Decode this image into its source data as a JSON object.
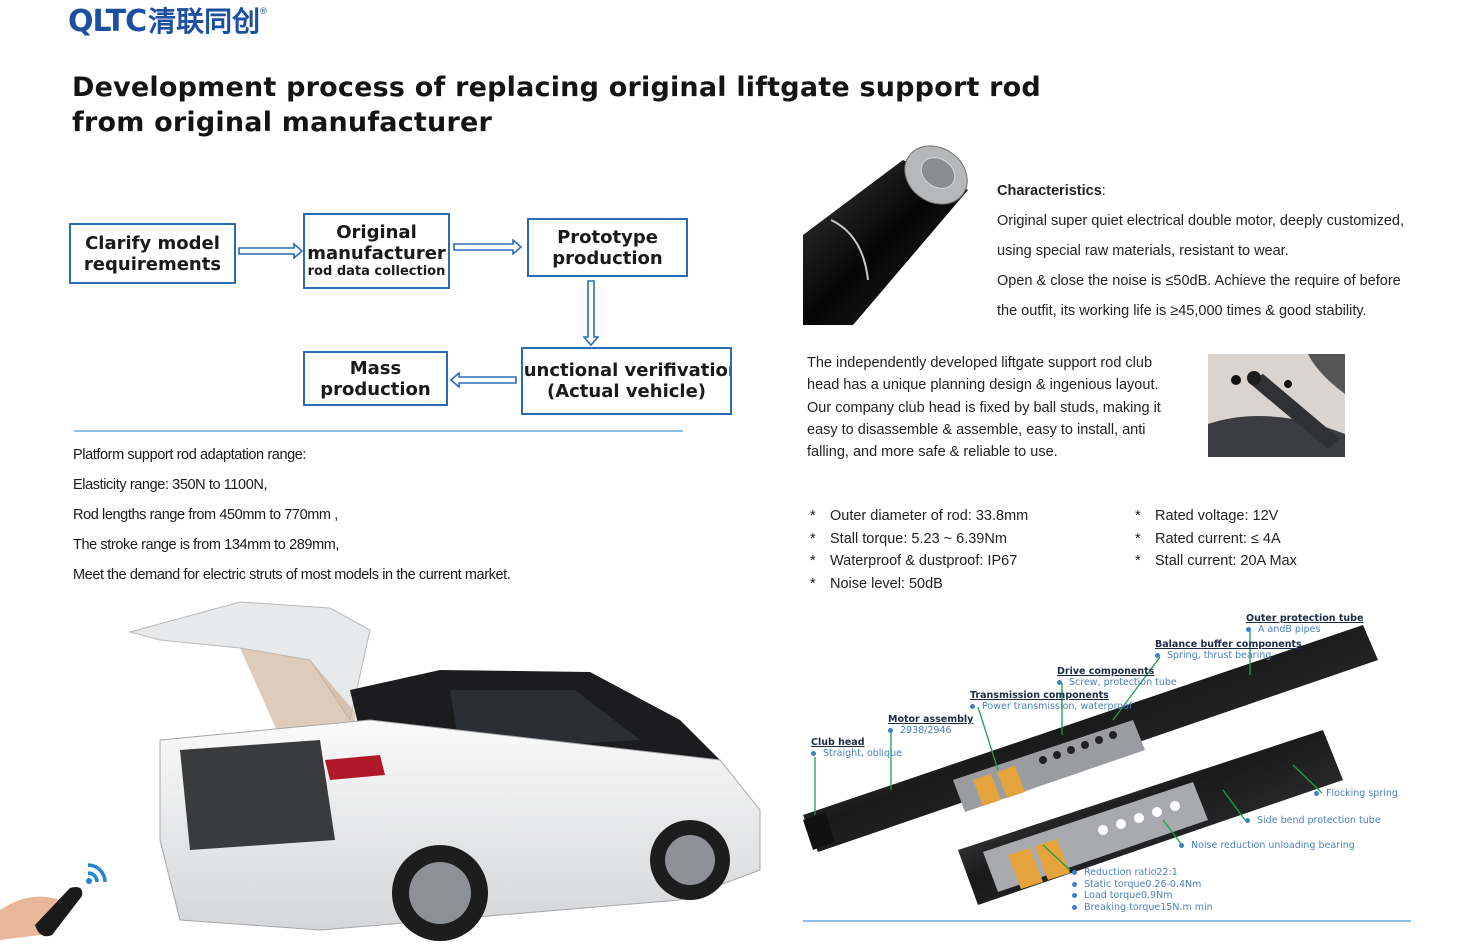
{
  "brand": {
    "latin": "QLTC",
    "chinese": "清联同创",
    "registered": "®",
    "color": "#1b4fa0"
  },
  "title": {
    "line1": "Development process of replacing original liftgate support rod",
    "line2": "from original manufacturer"
  },
  "flow": {
    "steps": [
      {
        "title_lines": [
          "Clarify model",
          "requirements"
        ],
        "sub": ""
      },
      {
        "title_lines": [
          "Original",
          "manufacturer"
        ],
        "sub": "rod data collection"
      },
      {
        "title_lines": [
          "Prototype",
          "production"
        ],
        "sub": ""
      },
      {
        "title_lines": [
          "Functional verifivation",
          "(Actual vehicle)"
        ],
        "sub": ""
      },
      {
        "title_lines": [
          "Mass",
          "production"
        ],
        "sub": ""
      }
    ],
    "border_color": "#2a6bb5"
  },
  "platform": {
    "lines": [
      "Platform  support rod adaptation range:",
      "Elasticity range: 350N to 1100N,",
      "Rod lengths range from 450mm to 770mm ,",
      "The stroke range is from 134mm to 289mm,",
      "Meet the demand for electric struts of most models in the current market."
    ]
  },
  "characteristics": {
    "heading": "Characteristics",
    "lines": [
      "Original super quiet electrical double motor, deeply customized,",
      "using special raw materials, resistant to wear.",
      "Open & close the noise is ≤50dB. Achieve the require of before",
      "the outfit, its working life is ≥45,000 times & good stability."
    ]
  },
  "club_head": {
    "text": "The independently developed liftgate support rod club head has a unique planning design & ingenious layout. Our company club head is fixed by ball studs, making it easy to disassemble & assemble, easy to install, anti falling, and more safe & reliable to use."
  },
  "specs": {
    "bullet": "*",
    "left": [
      "Outer diameter of rod: 33.8mm",
      "Stall torque: 5.23 ~ 6.39Nm",
      "Waterproof & dustproof: IP67",
      "Noise level: 50dB"
    ],
    "right": [
      "Rated voltage: 12V",
      "Rated current: ≤ 4A",
      "Stall current: 20A Max"
    ]
  },
  "diagram": {
    "callouts": [
      {
        "heading": "Outer protection tube",
        "detail": "A andB pipes"
      },
      {
        "heading": "Balance buffer components",
        "detail": "Spring, thrust bearing"
      },
      {
        "heading": "Drive components",
        "detail": "Screw, protection tube"
      },
      {
        "heading": "Transmission components",
        "detail": "Power transmission, waterproof"
      },
      {
        "heading": "Motor assembly",
        "detail": "2938/2946"
      },
      {
        "heading": "Club head",
        "detail": "Straight, oblique"
      }
    ],
    "side_labels": [
      "Flocking spring",
      "Side bend protection tube",
      "Noise reduction unloading bearing"
    ],
    "gear_specs": [
      "Reduction ratio22:1",
      "Static torque0.26-0.4Nm",
      "Load torque0.9Nm",
      "Breaking torque15N.m min"
    ]
  }
}
